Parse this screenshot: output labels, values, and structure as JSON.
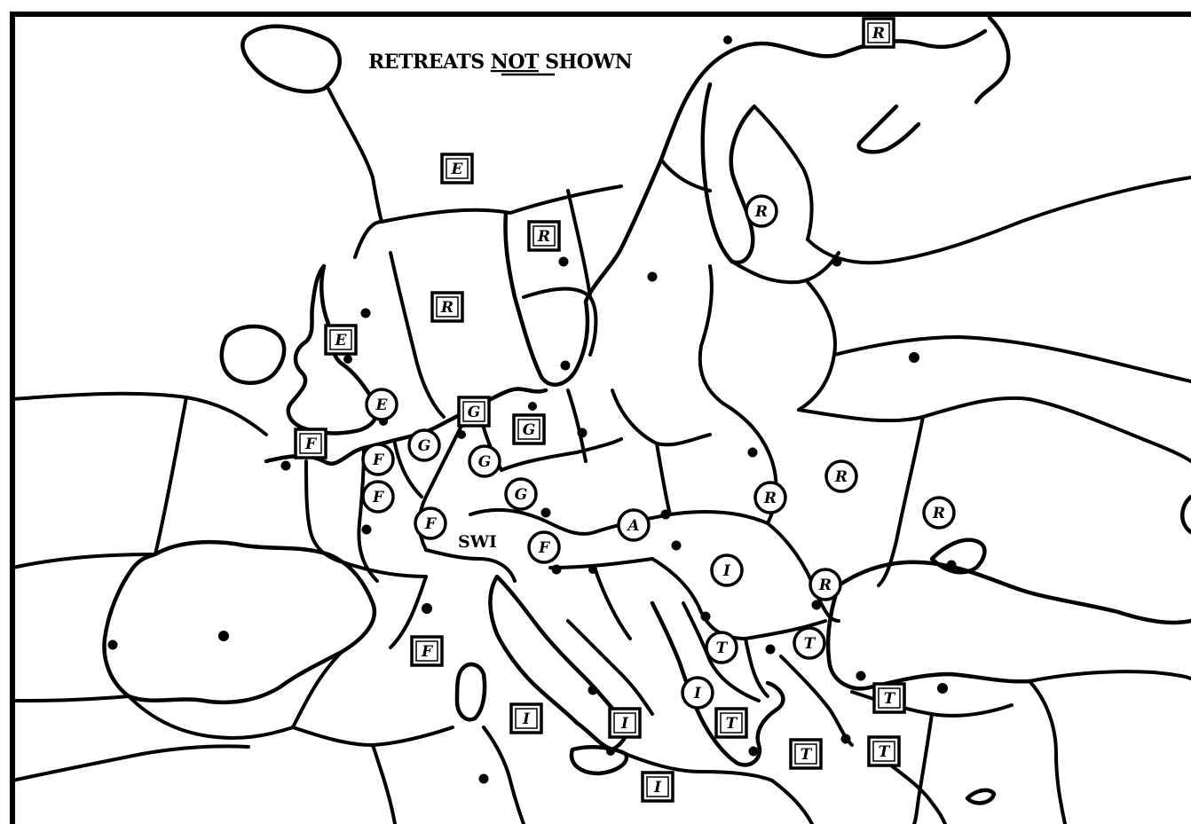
{
  "map": {
    "note": {
      "prefix": "RETREATS ",
      "emphasis": "NOT",
      "suffix": " SHOWN"
    },
    "neutral_label": "SWI",
    "legend_colors": {
      "ink": "#000000",
      "paper": "#ffffff"
    },
    "units": [
      {
        "id": "stp-north",
        "kind": "fleet",
        "power": "R"
      },
      {
        "id": "norwegian-sea",
        "kind": "fleet",
        "power": "E"
      },
      {
        "id": "norway",
        "kind": "fleet",
        "power": "R"
      },
      {
        "id": "finland",
        "kind": "army",
        "power": "R"
      },
      {
        "id": "skagerrak",
        "kind": "fleet",
        "power": "R"
      },
      {
        "id": "north-sea",
        "kind": "fleet",
        "power": "E"
      },
      {
        "id": "london",
        "kind": "army",
        "power": "E"
      },
      {
        "id": "denmark",
        "kind": "fleet",
        "power": "G"
      },
      {
        "id": "baltic-sea",
        "kind": "fleet",
        "power": "G"
      },
      {
        "id": "english-channel",
        "kind": "fleet",
        "power": "F"
      },
      {
        "id": "belgium",
        "kind": "army",
        "power": "F"
      },
      {
        "id": "holland",
        "kind": "army",
        "power": "G"
      },
      {
        "id": "kiel",
        "kind": "army",
        "power": "G"
      },
      {
        "id": "paris",
        "kind": "army",
        "power": "F"
      },
      {
        "id": "burgundy",
        "kind": "army",
        "power": "F"
      },
      {
        "id": "munich",
        "kind": "army",
        "power": "G"
      },
      {
        "id": "galicia",
        "kind": "army",
        "power": "A"
      },
      {
        "id": "ukraine",
        "kind": "army",
        "power": "R"
      },
      {
        "id": "moscow",
        "kind": "army",
        "power": "R"
      },
      {
        "id": "sevastopol",
        "kind": "army",
        "power": "R"
      },
      {
        "id": "marseilles",
        "kind": "army",
        "power": "F"
      },
      {
        "id": "tyrolia",
        "kind": "army",
        "power": "I"
      },
      {
        "id": "rumania",
        "kind": "army",
        "power": "I"
      },
      {
        "id": "black-sea-coast",
        "kind": "army",
        "power": "R"
      },
      {
        "id": "gulf-of-lyon",
        "kind": "fleet",
        "power": "F"
      },
      {
        "id": "serbia",
        "kind": "army",
        "power": "T"
      },
      {
        "id": "bulgaria",
        "kind": "army",
        "power": "T"
      },
      {
        "id": "albania",
        "kind": "army",
        "power": "I"
      },
      {
        "id": "constantinople",
        "kind": "fleet",
        "power": "T"
      },
      {
        "id": "tyrrhenian-sea",
        "kind": "fleet",
        "power": "I"
      },
      {
        "id": "naples",
        "kind": "fleet",
        "power": "I"
      },
      {
        "id": "greece",
        "kind": "fleet",
        "power": "T"
      },
      {
        "id": "aegean-sea",
        "kind": "fleet",
        "power": "T"
      },
      {
        "id": "eastern-med",
        "kind": "fleet",
        "power": "T"
      },
      {
        "id": "ionian-sea",
        "kind": "fleet",
        "power": "I"
      }
    ]
  }
}
